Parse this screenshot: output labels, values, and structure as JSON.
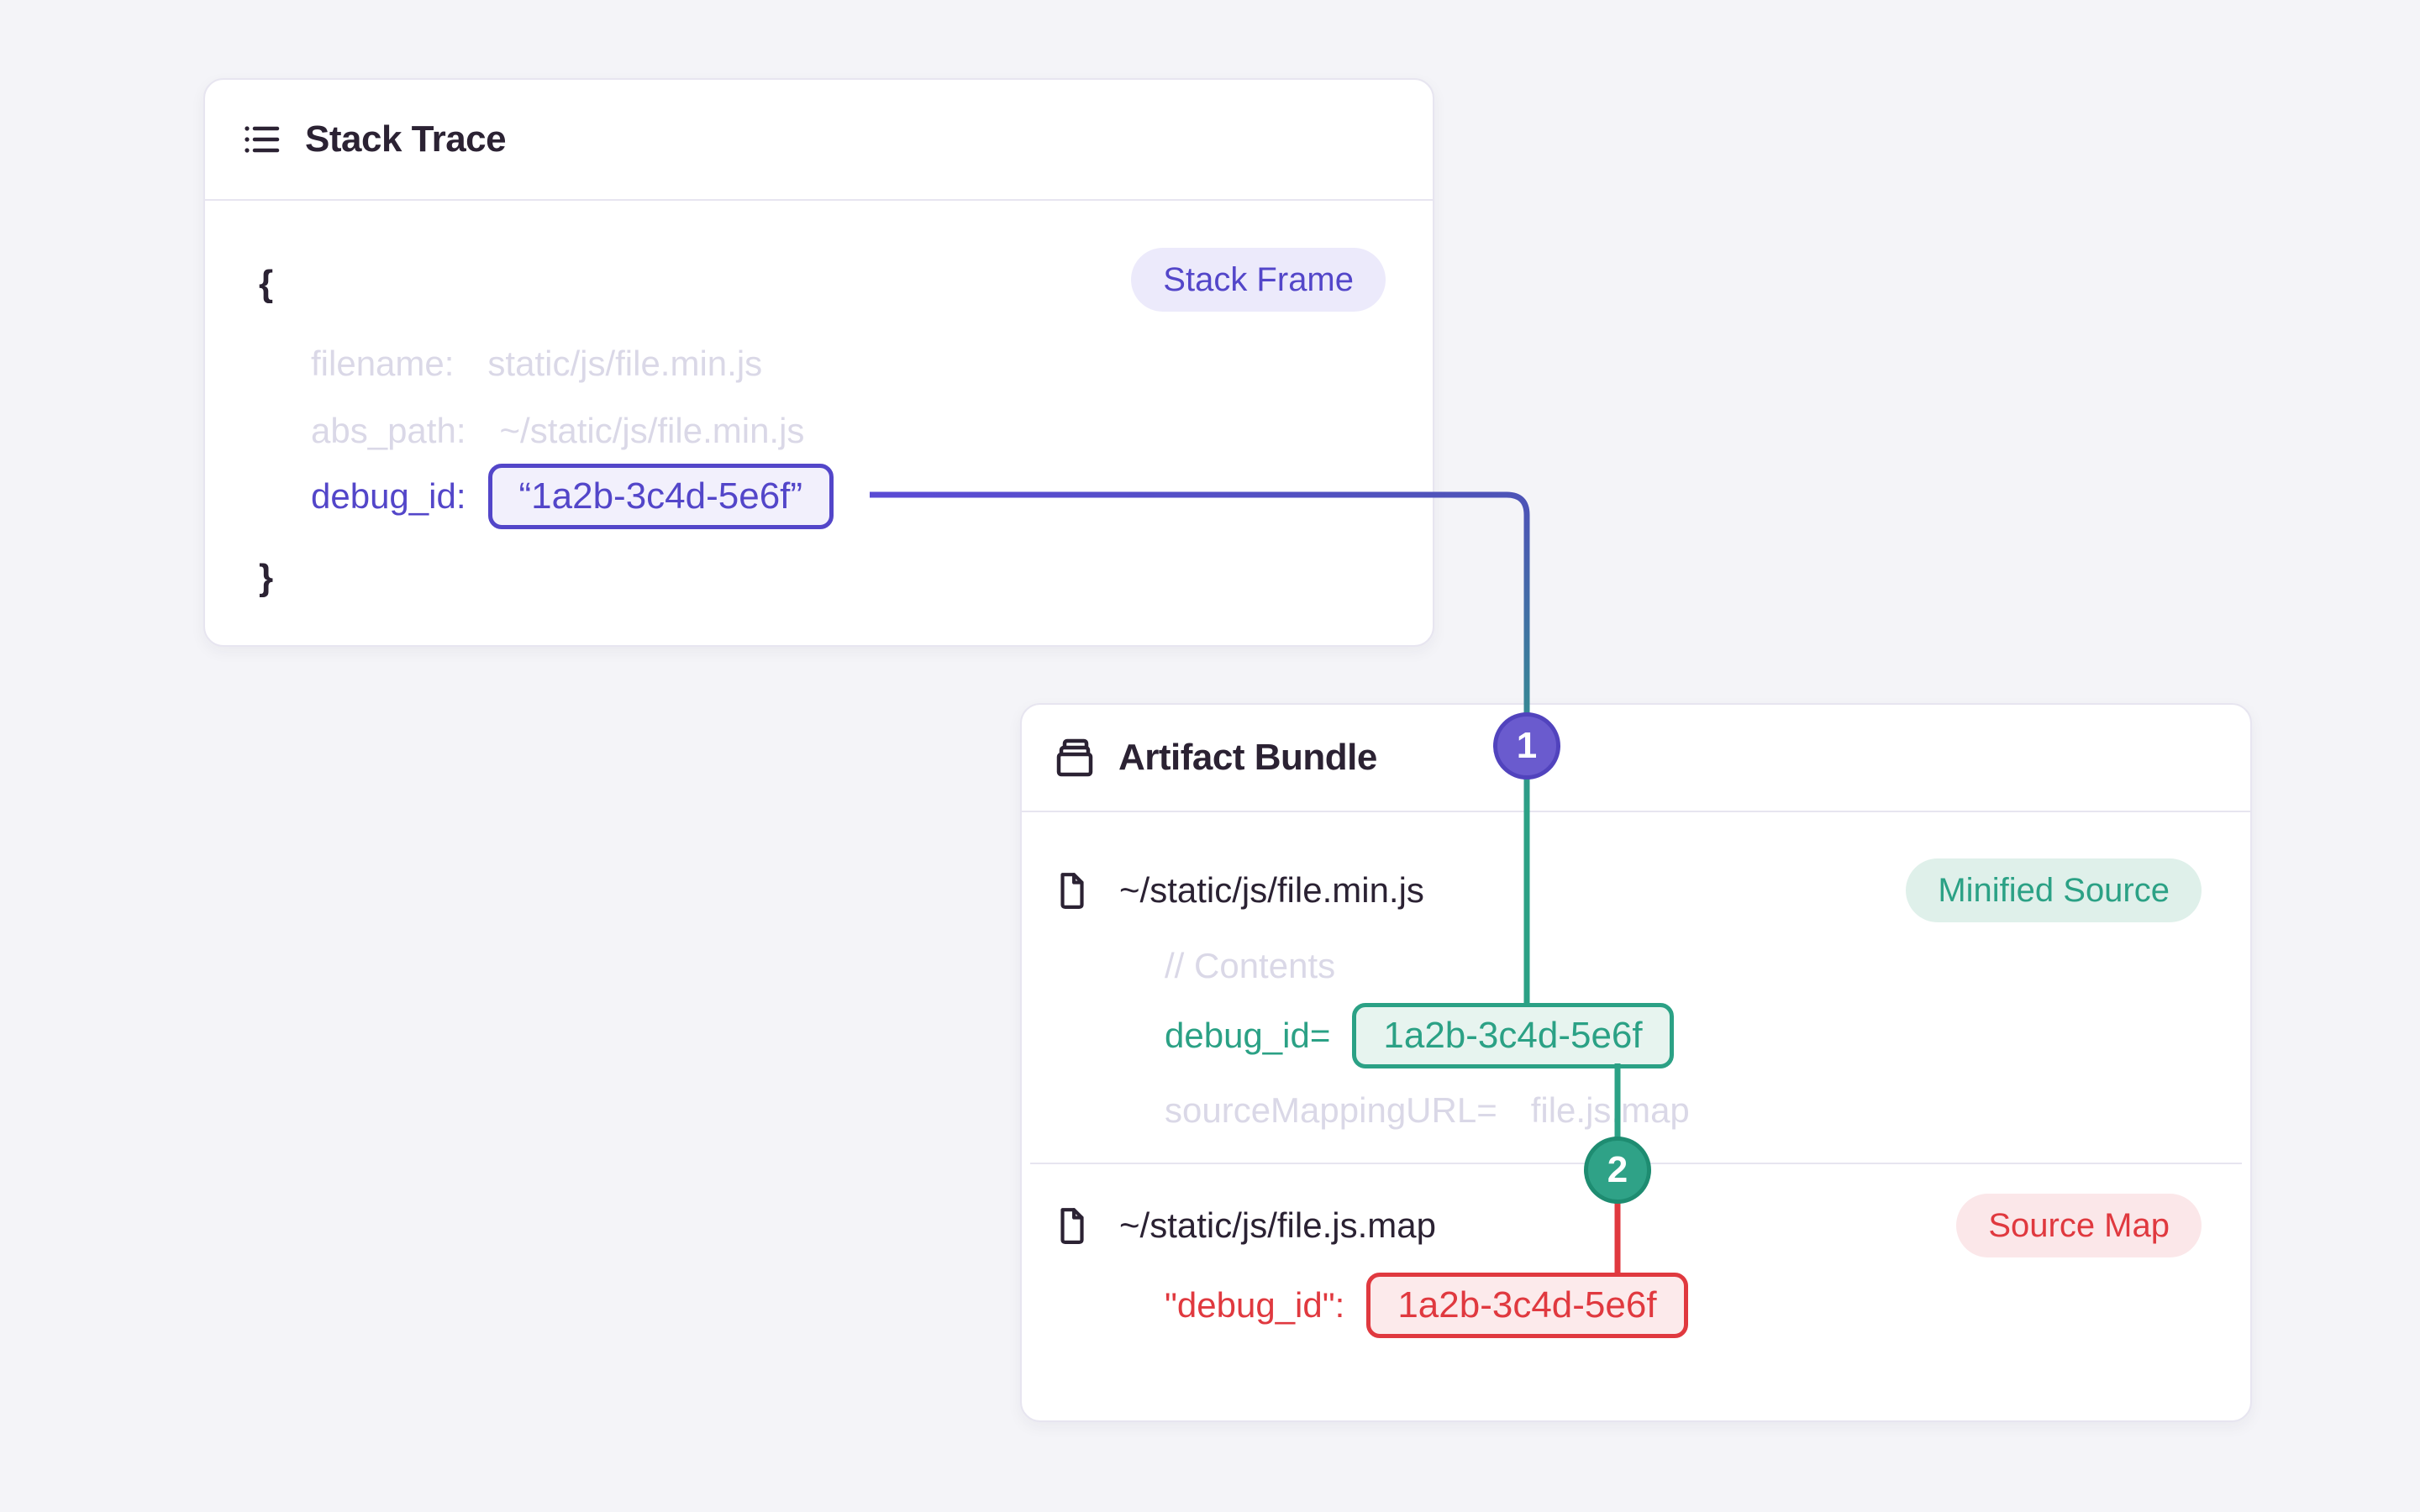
{
  "colors": {
    "page_bg": "#F4F4F8",
    "card_bg": "#FFFFFF",
    "card_border": "#E7E5F0",
    "divider": "#E7E5F0",
    "dark": "#2B2233",
    "muted": "#DAD8E7",
    "purple": "#5346C9",
    "purple_box_bg": "#F2F0FC",
    "purple_badge_bg": "#ECEAFB",
    "green": "#2BA185",
    "green_box_bg": "#E7F4EF",
    "green_badge_bg": "#DFF0EA",
    "red": "#E0393F",
    "red_box_bg": "#FCEAEB",
    "red_badge_bg": "#FBE7E9",
    "line_purple": "#5A4BD4",
    "line_mid": "#4D54B6",
    "step1_fill": "#6A5BCE",
    "step1_stroke": "#5143BD",
    "step2_fill": "#2FA287",
    "step2_stroke": "#1E8C71",
    "step_text": "#FFFFFF"
  },
  "stack_trace": {
    "title": "Stack Trace",
    "frame_badge": "Stack Frame",
    "brace_open": "{",
    "brace_close": "}",
    "rows": [
      {
        "label": "filename:",
        "value": "static/js/file.min.js"
      },
      {
        "label": "abs_path:",
        "value": "~/static/js/file.min.js"
      }
    ],
    "debug_row": {
      "label": "debug_id:",
      "value": "“1a2b-3c4d-5e6f”"
    }
  },
  "artifact_bundle": {
    "title": "Artifact Bundle",
    "minified": {
      "path": "~/static/js/file.min.js",
      "badge": "Minified Source",
      "comment": "// Contents",
      "debug_row": {
        "label": "debug_id=",
        "value": "1a2b-3c4d-5e6f"
      },
      "mapping_row": {
        "label": "sourceMappingURL=",
        "value": "file.js.map"
      }
    },
    "sourcemap": {
      "path": "~/static/js/file.js.map",
      "badge": "Source Map",
      "debug_row": {
        "label": "\"debug_id\":",
        "value": "1a2b-3c4d-5e6f"
      }
    }
  },
  "connectors": {
    "step1": "1",
    "step2": "2"
  }
}
